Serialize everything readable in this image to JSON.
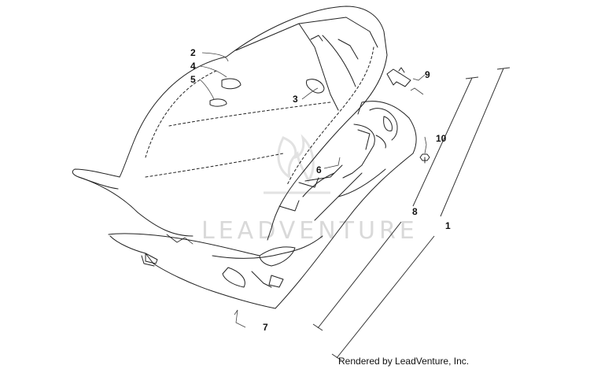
{
  "watermark": "LEADVENTURE",
  "credit": "Rendered by LeadVenture, Inc.",
  "callouts": [
    "1",
    "2",
    "3",
    "4",
    "5",
    "6",
    "7",
    "8",
    "9",
    "10"
  ]
}
